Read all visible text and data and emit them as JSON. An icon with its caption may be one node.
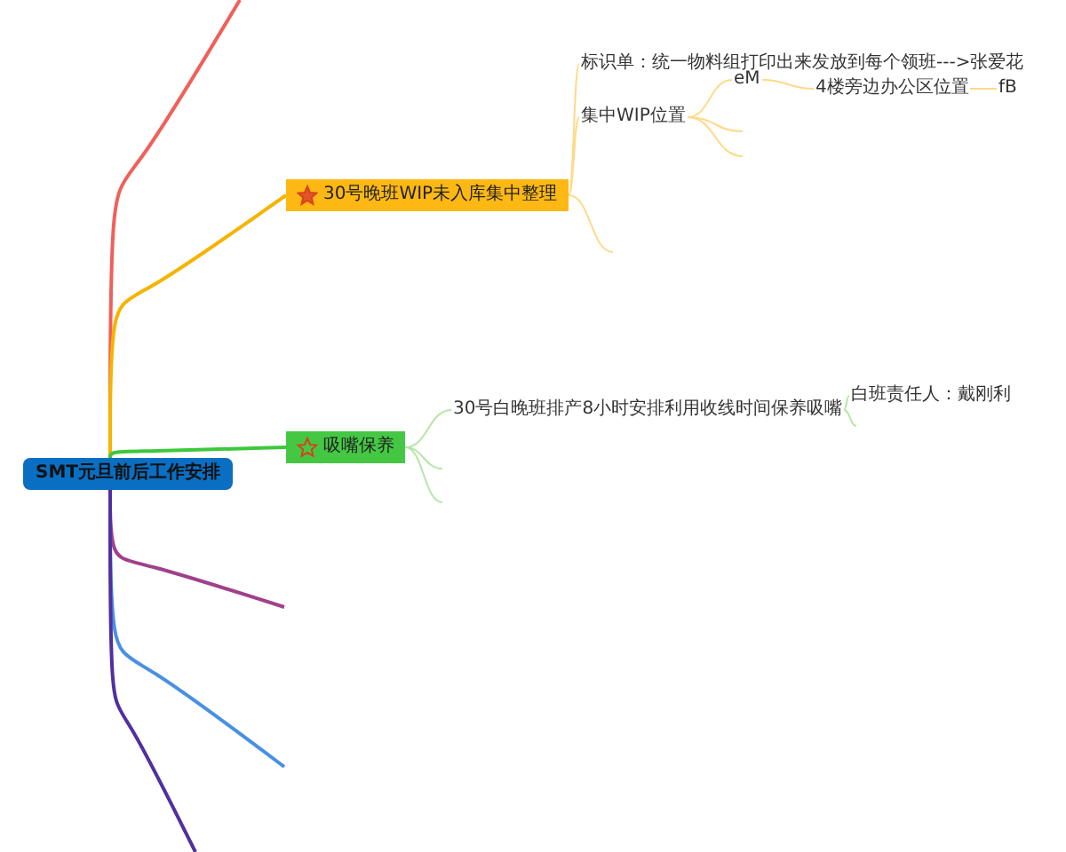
{
  "diagram": {
    "nodes": [
      {
        "text": [
          "SMT元旦前后工作安排"
        ]
      },
      {
        "text": [
          "30号晚班WIP未入库集中整理"
        ]
      },
      {
        "text": [
          "标识单：统一物料组打印出来发放到每个领班--->张爱花"
        ]
      },
      {
        "text": [
          "集中WIP位置"
        ]
      },
      {
        "text": [
          "eM"
        ]
      },
      {
        "text": [
          "4楼旁边办公区位置"
        ]
      },
      {
        "text": [
          "fB"
        ]
      },
      {
        "text": [
          "吸嘴保养"
        ]
      },
      {
        "text": [
          "30号白晚班排产8小时安排利用收线时间保养吸嘴"
        ]
      },
      {
        "text": [
          "白班责任人：戴刚利"
        ]
      }
    ],
    "edges": [
      {
        "from": 0,
        "to": null,
        "arrow": "none",
        "color": "#f0605a"
      },
      {
        "from": 0,
        "to": 1,
        "arrow": "none",
        "color": "#f5b400"
      },
      {
        "from": 0,
        "to": 7,
        "arrow": "none",
        "color": "#3cc83c"
      },
      {
        "from": 0,
        "to": null,
        "arrow": "none",
        "color": "#a0408a"
      },
      {
        "from": 0,
        "to": null,
        "arrow": "none",
        "color": "#4a90e2"
      },
      {
        "from": 0,
        "to": null,
        "arrow": "none",
        "color": "#5030a0"
      },
      {
        "from": 1,
        "to": 2,
        "arrow": "none",
        "color": "#ffd98a"
      },
      {
        "from": 1,
        "to": 3,
        "arrow": "none",
        "color": "#ffd98a"
      },
      {
        "from": 1,
        "to": null,
        "arrow": "none",
        "color": "#ffd98a"
      },
      {
        "from": 3,
        "to": 4,
        "arrow": "none",
        "color": "#ffd98a"
      },
      {
        "from": 3,
        "to": null,
        "arrow": "none",
        "color": "#ffd98a"
      },
      {
        "from": 3,
        "to": null,
        "arrow": "none",
        "color": "#ffd98a"
      },
      {
        "from": 4,
        "to": 5,
        "arrow": "none",
        "color": "#ffd98a"
      },
      {
        "from": 5,
        "to": 6,
        "arrow": "none",
        "color": "#ffd98a"
      },
      {
        "from": 7,
        "to": 8,
        "arrow": "none",
        "color": "#b5e6a8"
      },
      {
        "from": 7,
        "to": null,
        "arrow": "none",
        "color": "#b5e6a8"
      },
      {
        "from": 7,
        "to": null,
        "arrow": "none",
        "color": "#b5e6a8"
      },
      {
        "from": 8,
        "to": 9,
        "arrow": "none",
        "color": "#b5e6a8"
      },
      {
        "from": 8,
        "to": null,
        "arrow": "none",
        "color": "#b5e6a8"
      }
    ]
  }
}
